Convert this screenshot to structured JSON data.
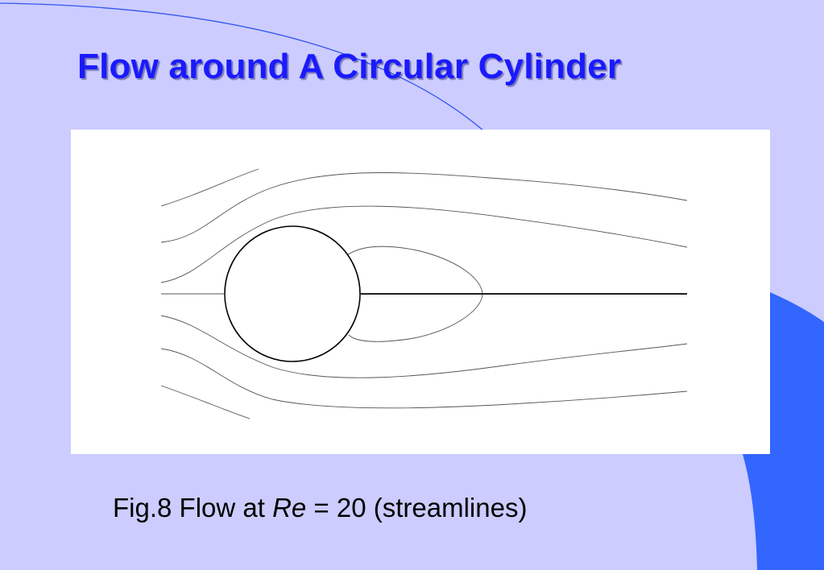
{
  "slide": {
    "title": "Flow around A Circular Cylinder"
  },
  "figure": {
    "caption_prefix": "Fig.8 Flow at ",
    "caption_symbol": "Re",
    "caption_suffix": " = 20 (streamlines)"
  },
  "colors": {
    "background": "#ccccff",
    "title": "#1a1aff",
    "accent_shape": "#3366ff",
    "arc_line": "#3355ee",
    "panel": "#ffffff",
    "streamline": "#555555",
    "cylinder": "#000000"
  }
}
